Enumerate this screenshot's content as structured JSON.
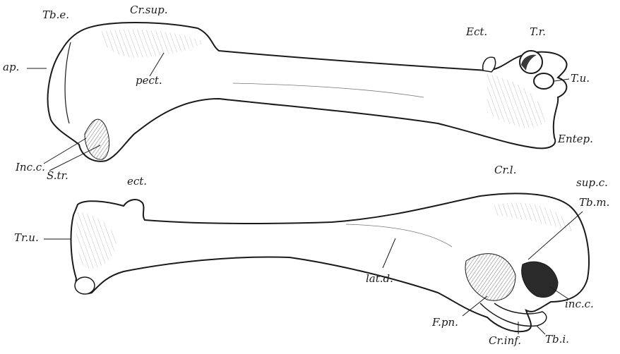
{
  "figure": {
    "upper_bone": {
      "labels": {
        "tb_e": "Tb.e.",
        "cr_sup": "Cr.sup.",
        "ect": "Ect.",
        "t_r": "T.r.",
        "ap": "ap.",
        "pect": "pect.",
        "t_u": "T.u.",
        "entep": "Entep.",
        "inc_c": "Inc.c.",
        "s_tr": "S.tr."
      }
    },
    "lower_bone": {
      "labels": {
        "ect": "ect.",
        "cr_l": "Cr.l.",
        "sup_c": "sup.c.",
        "tb_m": "Tb.m.",
        "tr_u": "Tr.u.",
        "lat_d": "lat.d.",
        "inc_c": "inc.c.",
        "f_pn": "F.pn.",
        "cr_inf": "Cr.inf.",
        "tb_i": "Tb.i."
      }
    },
    "colors": {
      "ink": "#1a1a1a",
      "paper": "#ffffff",
      "shade": "#cfcfcf",
      "dark": "#3a3a3a"
    }
  }
}
